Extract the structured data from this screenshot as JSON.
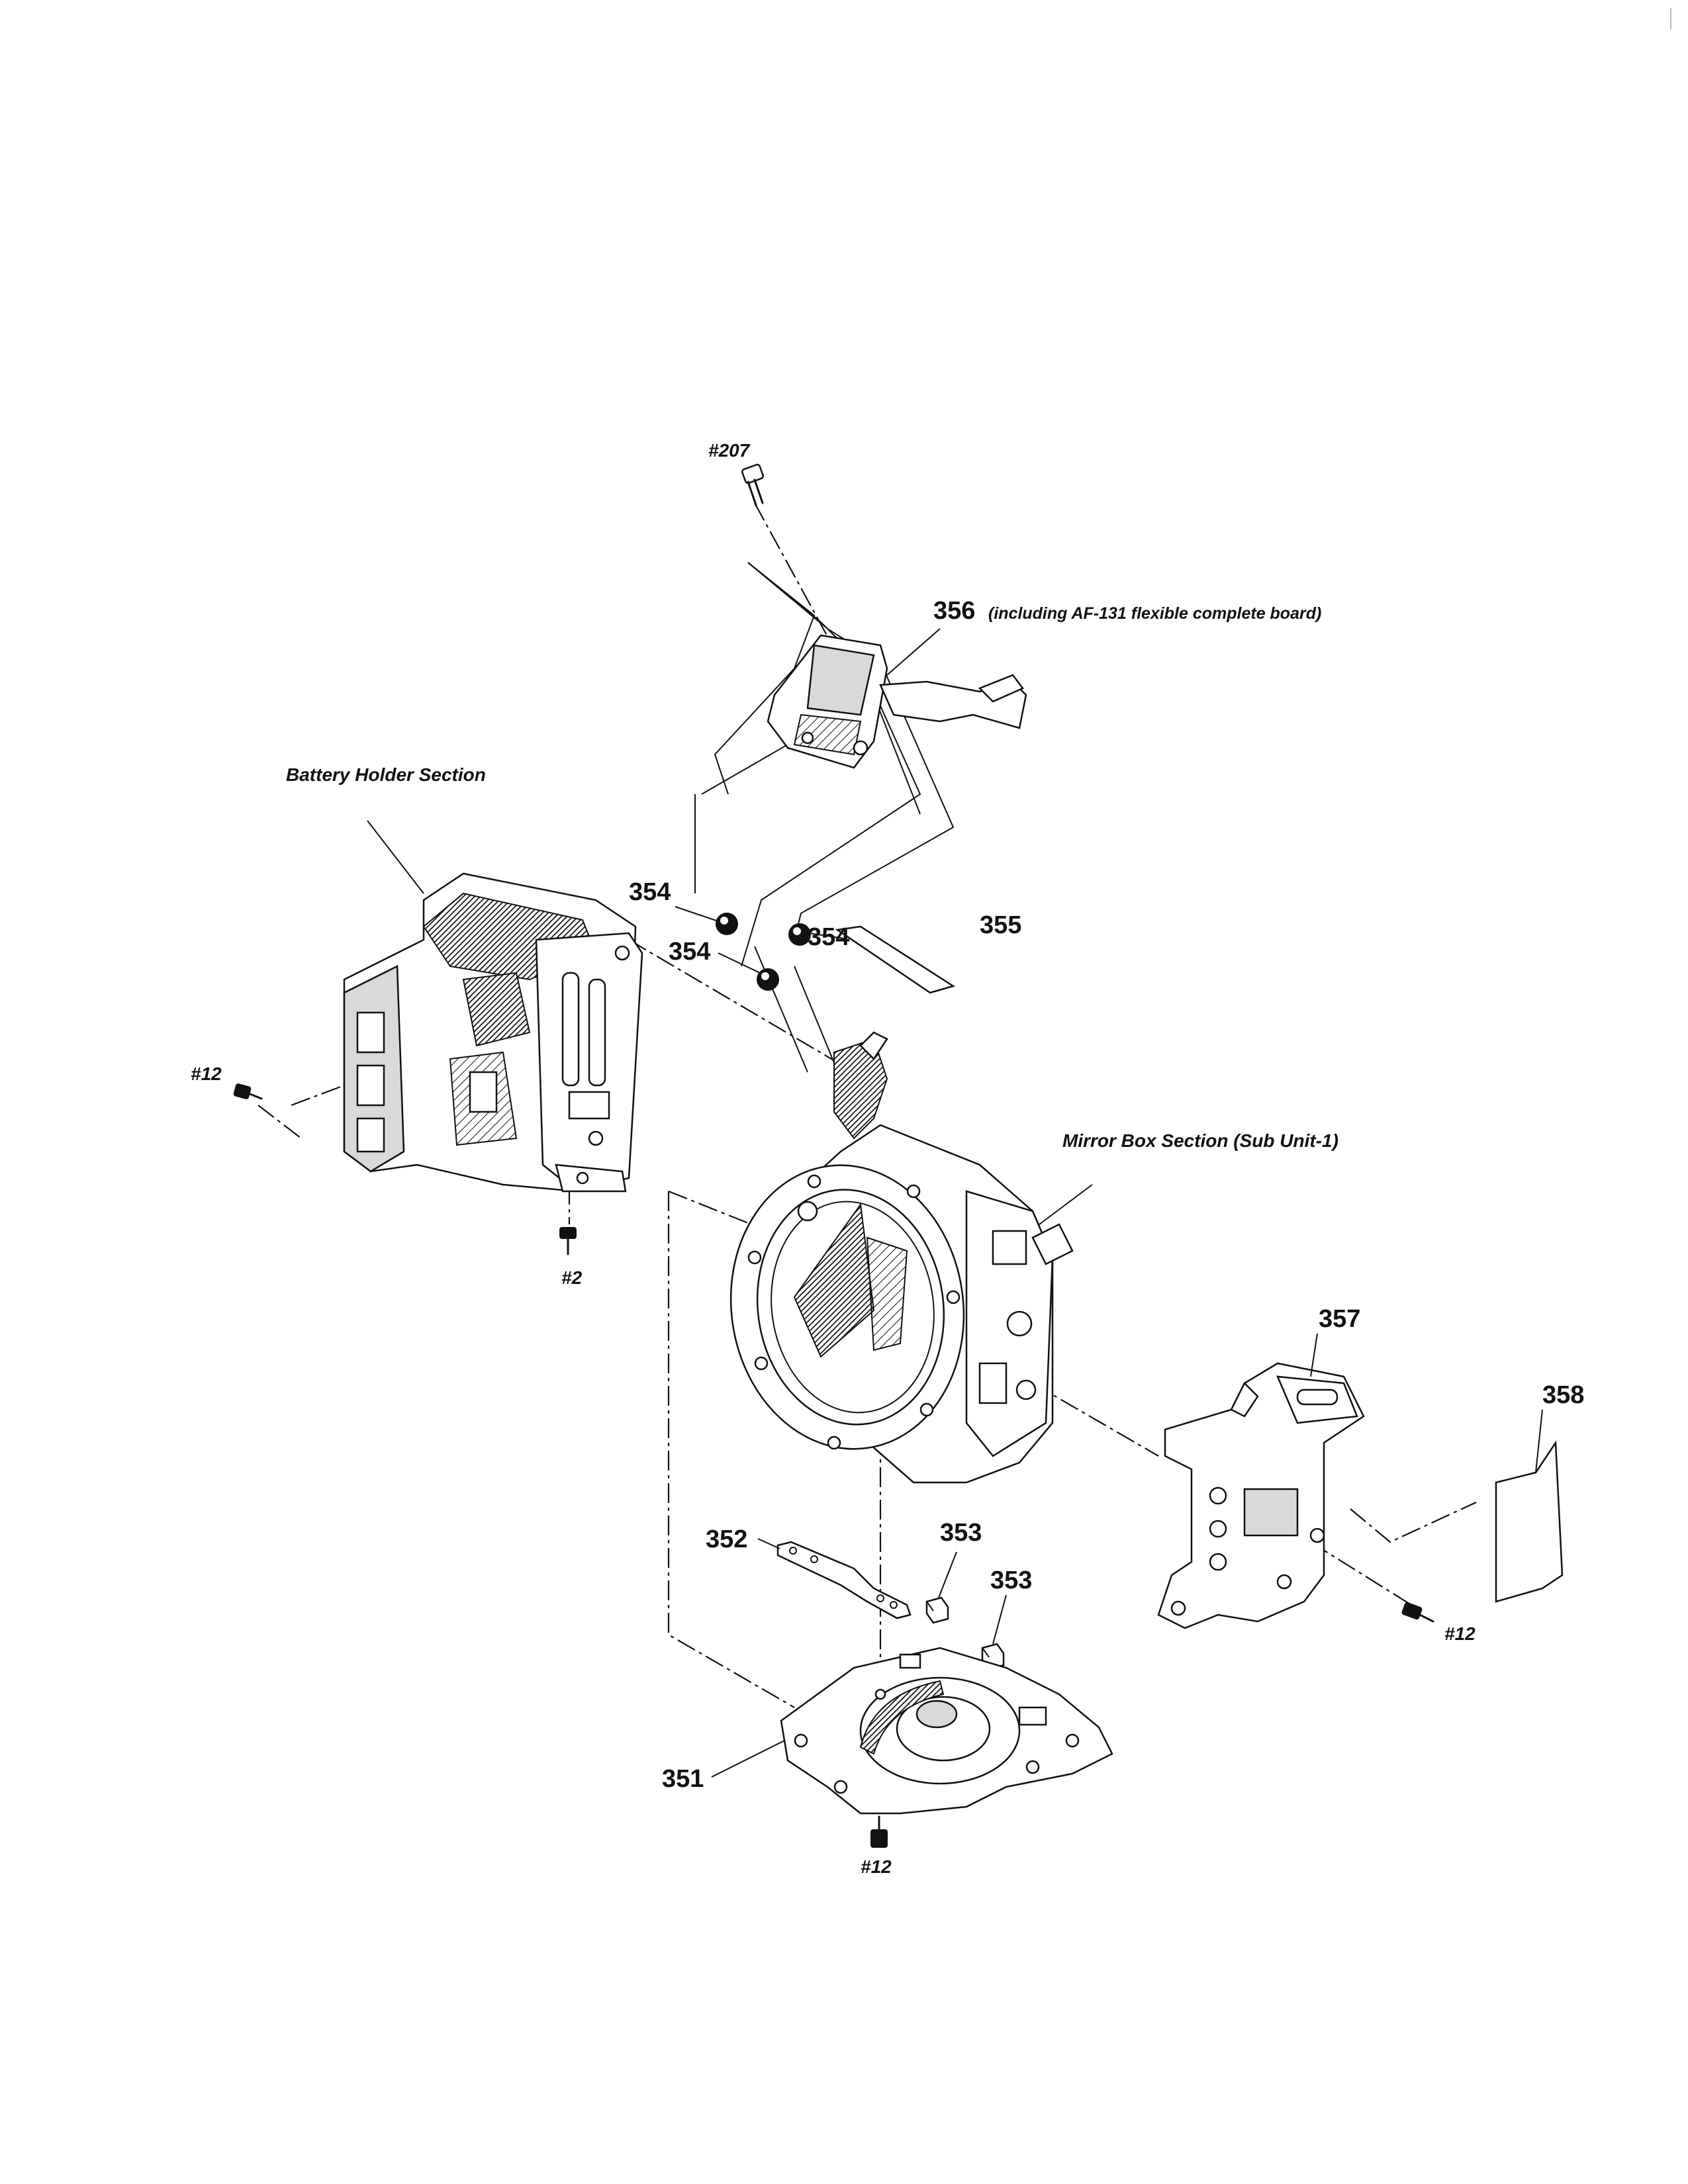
{
  "diagram": {
    "part_labels": {
      "p351": "351",
      "p352": "352",
      "p353a": "353",
      "p353b": "353",
      "p354a": "354",
      "p354b": "354",
      "p354c": "354",
      "p355": "355",
      "p356": "356",
      "p357": "357",
      "p358": "358"
    },
    "part_356_note": "(including AF-131 flexible complete board)",
    "screw_labels": {
      "s207": "#207",
      "s12_left": "#12",
      "s2": "#2",
      "s12_right": "#12",
      "s12_bottom": "#12"
    },
    "section_labels": {
      "battery_holder": "Battery Holder Section",
      "mirror_box": "Mirror Box Section (Sub Unit-1)"
    }
  }
}
